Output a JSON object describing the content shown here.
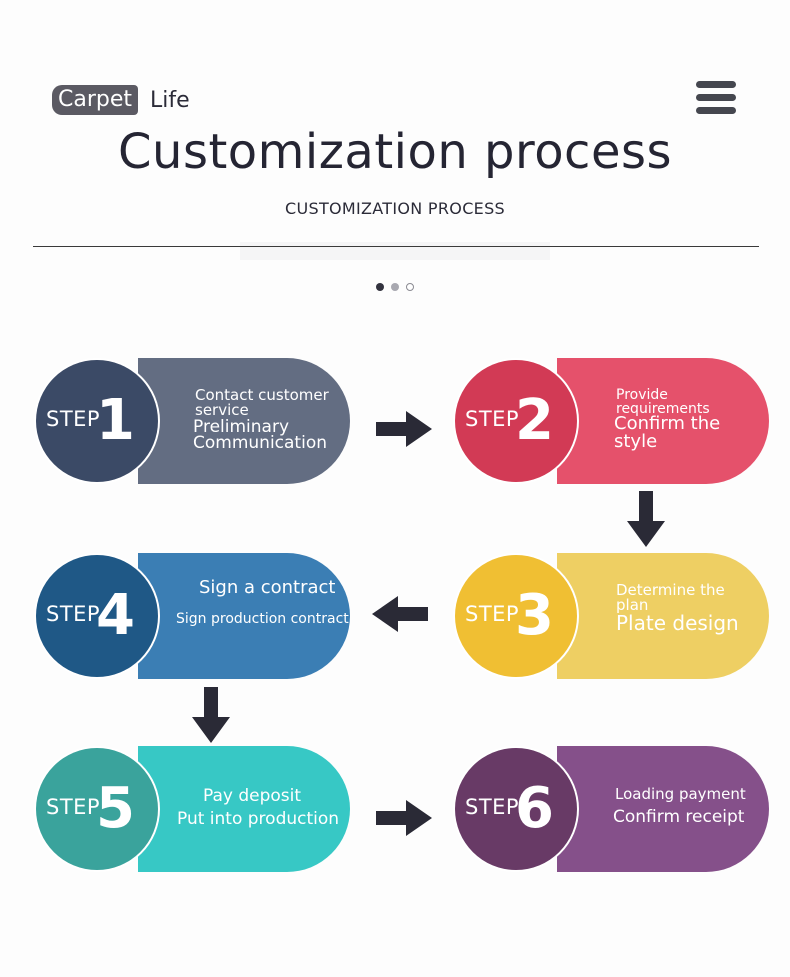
{
  "header": {
    "brand_pill": "Carpet",
    "brand_text": "Life",
    "title": "Customization process",
    "subtitle": "CUSTOMIZATION PROCESS"
  },
  "carousel": {
    "dots": [
      {
        "state": "active",
        "color": "#33333f"
      },
      {
        "state": "inactive",
        "color": "#a8a8b0"
      },
      {
        "state": "inactive-outline",
        "color": "#8a8a92"
      }
    ]
  },
  "steps": [
    {
      "label": "STEP",
      "number": "1",
      "line1": "Contact customer service",
      "line2": "Preliminary Communication",
      "circle_color": "#3b4a66",
      "body_color": "#636d82"
    },
    {
      "label": "STEP",
      "number": "2",
      "line1": "Provide requirements",
      "line2": "Confirm the style",
      "circle_color": "#d23a55",
      "body_color": "#e5516b"
    },
    {
      "label": "STEP",
      "number": "3",
      "line1": "Determine the plan",
      "line2": "Plate design",
      "circle_color": "#f0bf33",
      "body_color": "#eecf63"
    },
    {
      "label": "STEP",
      "number": "4",
      "line1": "Sign a contract",
      "line2": "Sign production contract",
      "circle_color": "#1f5886",
      "body_color": "#3b7eb4"
    },
    {
      "label": "STEP",
      "number": "5",
      "line1": "Pay deposit",
      "line2": "Put into production",
      "circle_color": "#3aa39c",
      "body_color": "#37c8c5"
    },
    {
      "label": "STEP",
      "number": "6",
      "line1": "Loading payment",
      "line2": "Confirm receipt",
      "circle_color": "#683a66",
      "body_color": "#85508a"
    }
  ],
  "arrow_color": "#2a2a36"
}
